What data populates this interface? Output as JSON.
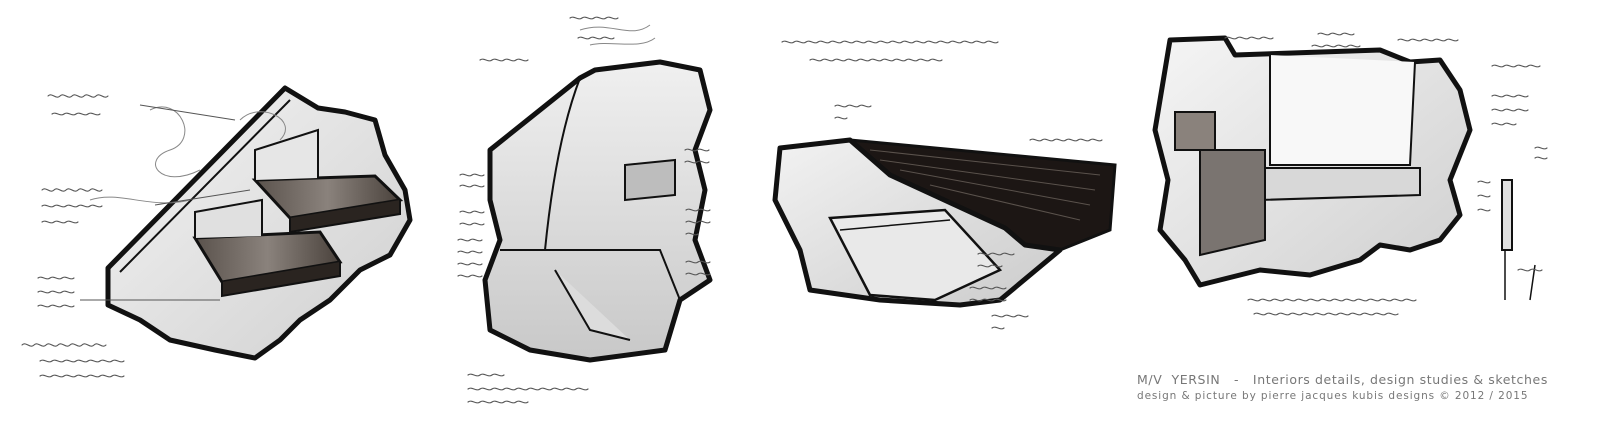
{
  "caption": {
    "title_prefix": "M/V",
    "vessel": "YERSIN",
    "separator": "-",
    "subject": "Interiors details, design studies & sketches",
    "credit": "design & picture by pierre jacques kubis designs © 2012 / 2015"
  },
  "colors": {
    "ink": "#111111",
    "pencil": "#888888",
    "wood_dark": "#1c1614",
    "wood_mid": "#6f6660",
    "caption": "#777777",
    "background": "#ffffff"
  }
}
